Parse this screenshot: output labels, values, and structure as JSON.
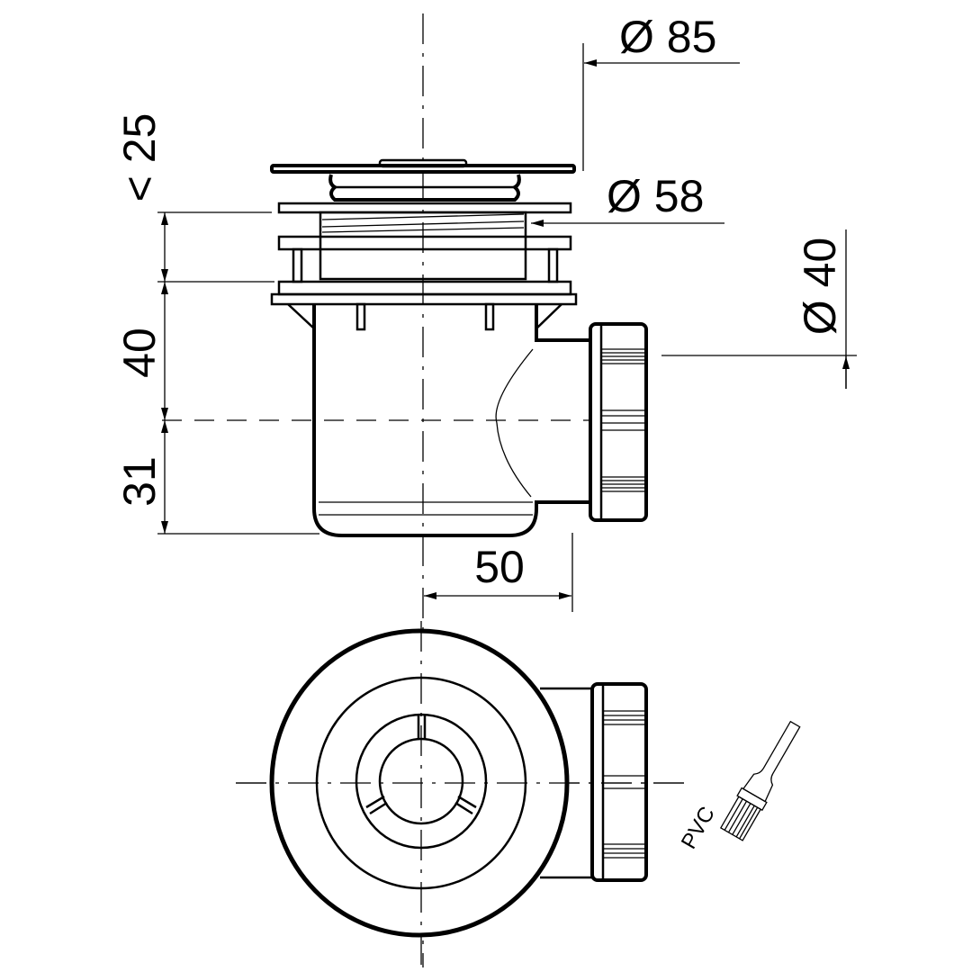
{
  "title": "Shower drain trap technical drawing",
  "dimensions": {
    "top_outer_diameter": "Ø 85",
    "thread_diameter": "Ø 58",
    "outlet_diameter": "Ø 40",
    "max_tray_thickness": "< 25",
    "outlet_height": "40",
    "outlet_to_bottom": "31",
    "outlet_offset": "50"
  },
  "brush_label": "PVC",
  "colors": {
    "line": "#000000",
    "background": "#ffffff"
  }
}
